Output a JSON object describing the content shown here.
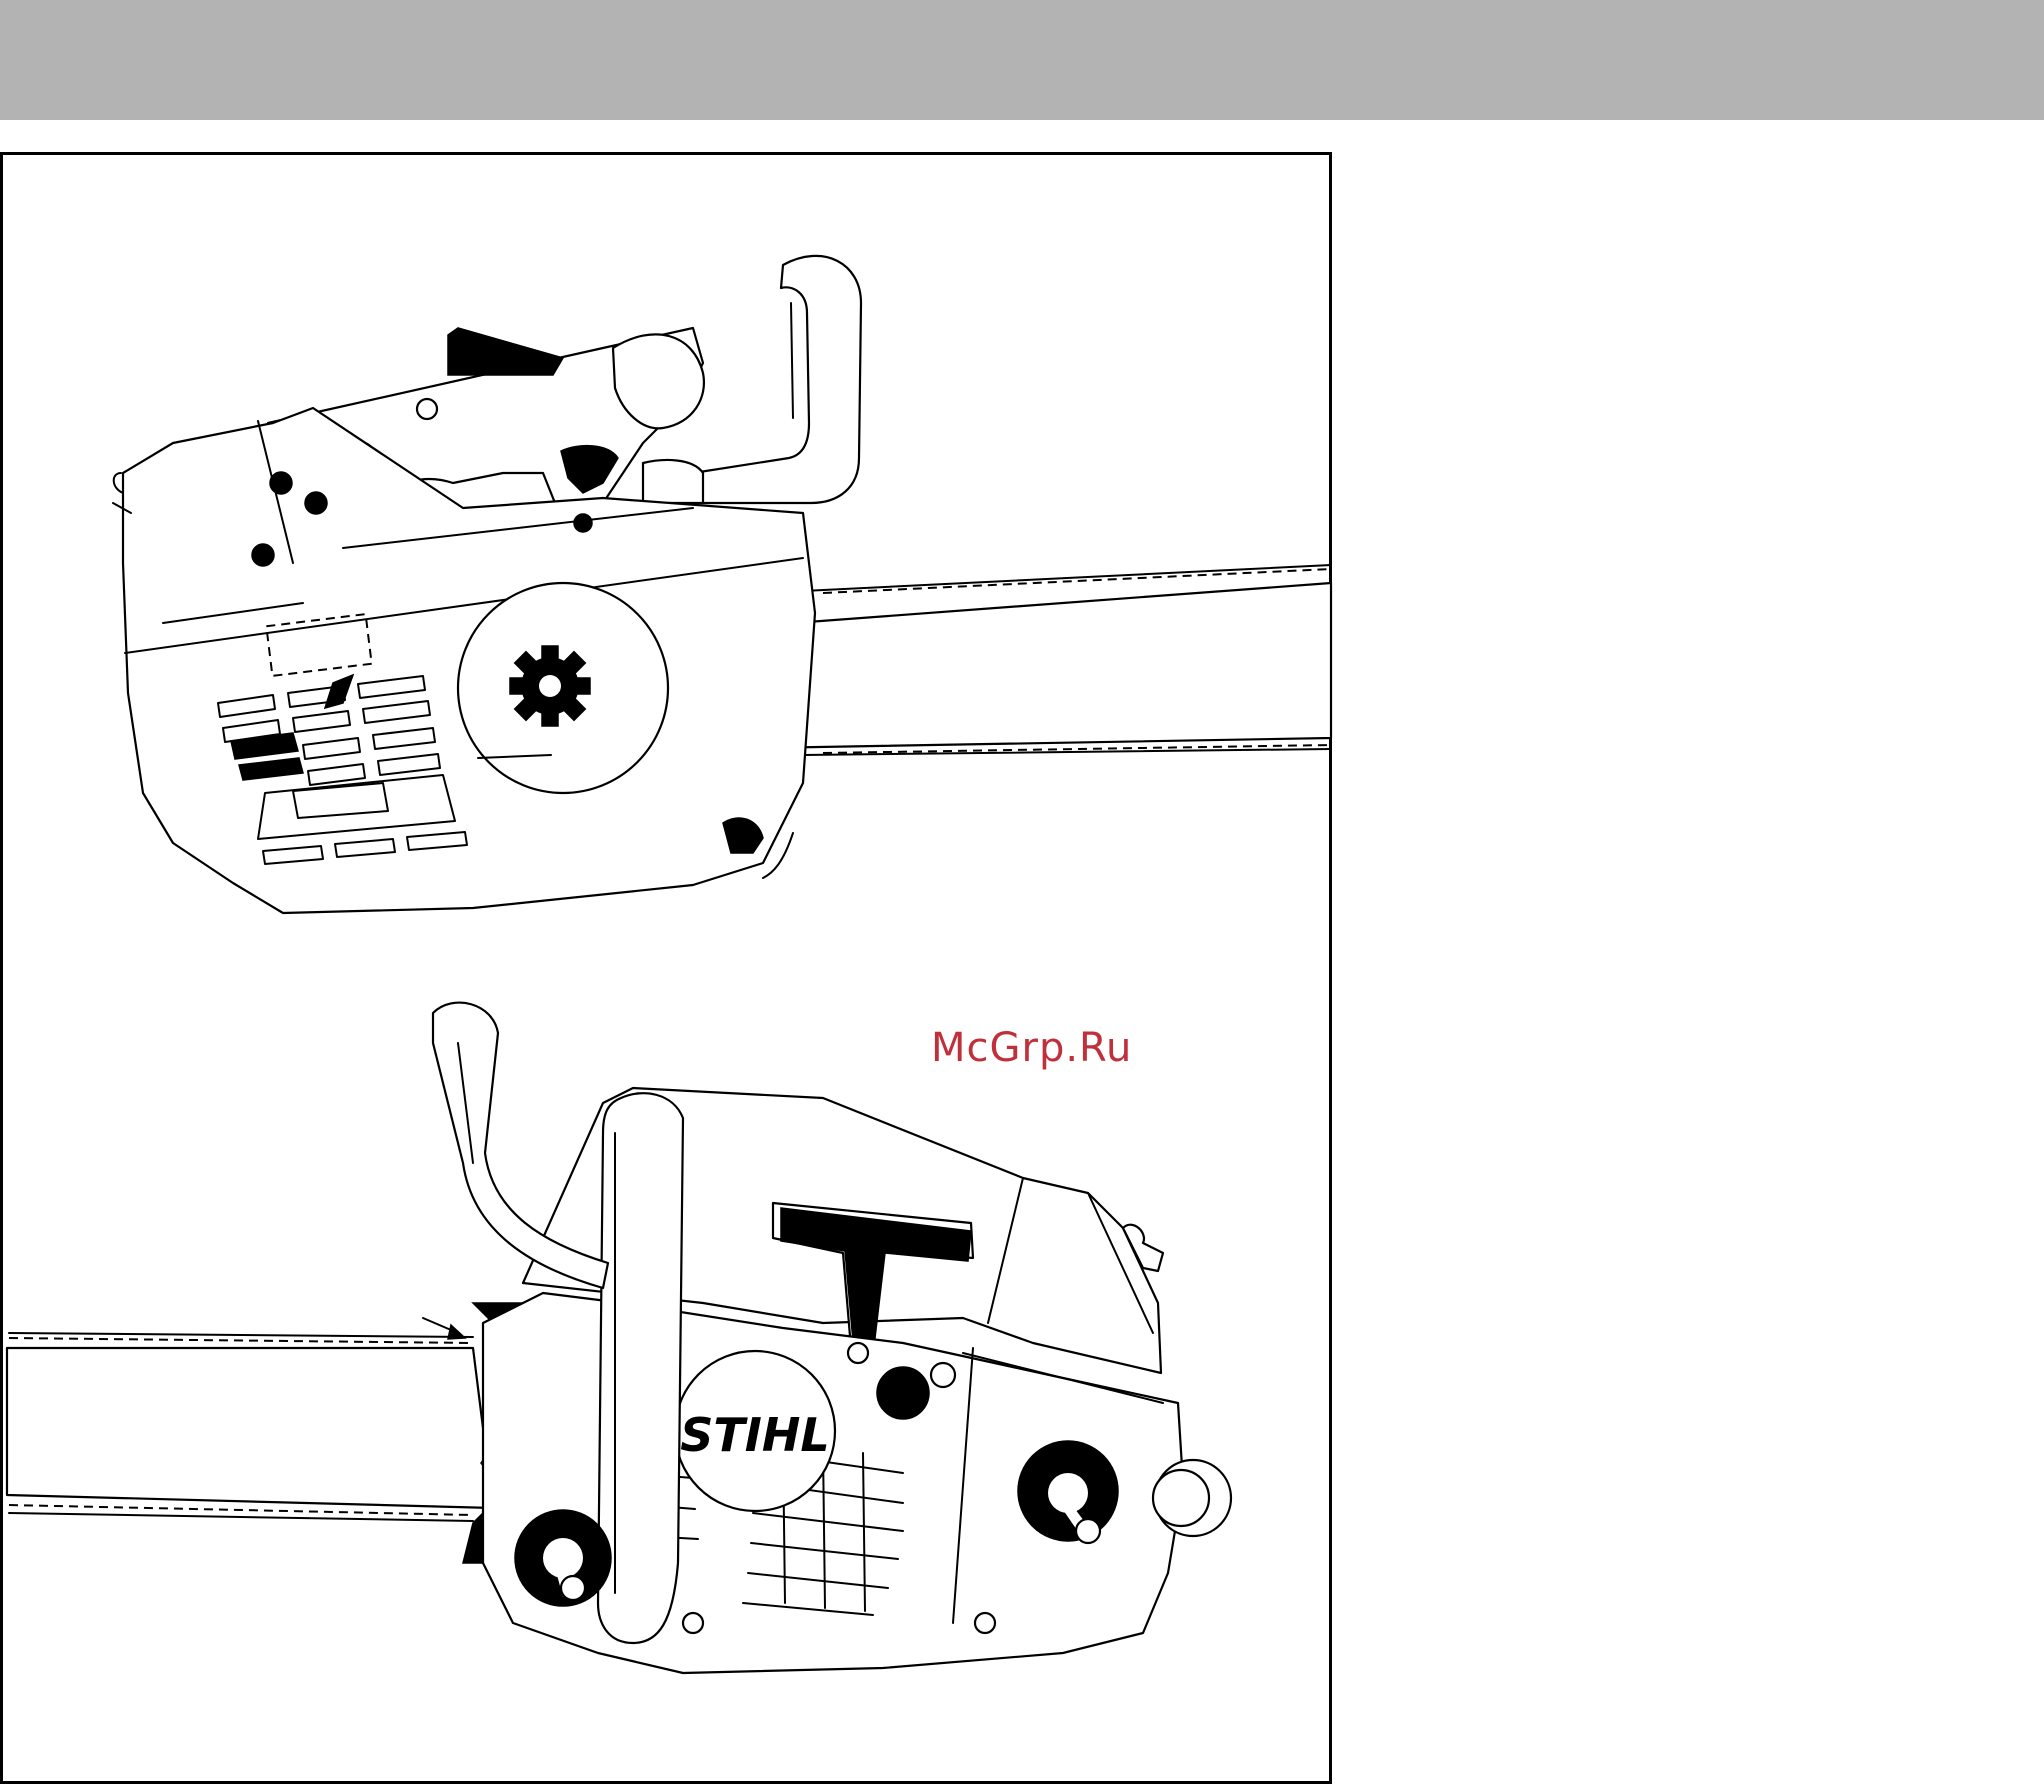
{
  "page": {
    "header_band_color": "#b3b3b3",
    "frame_color": "#000000"
  },
  "figure": {
    "top_view": {
      "icon": "chainsaw-side-view-illustration"
    },
    "bottom_view": {
      "icon": "chainsaw-starter-side-illustration",
      "brand_badge": "STIHL"
    }
  },
  "watermark": {
    "text": "McGrp.Ru",
    "color": "#c0303a"
  }
}
